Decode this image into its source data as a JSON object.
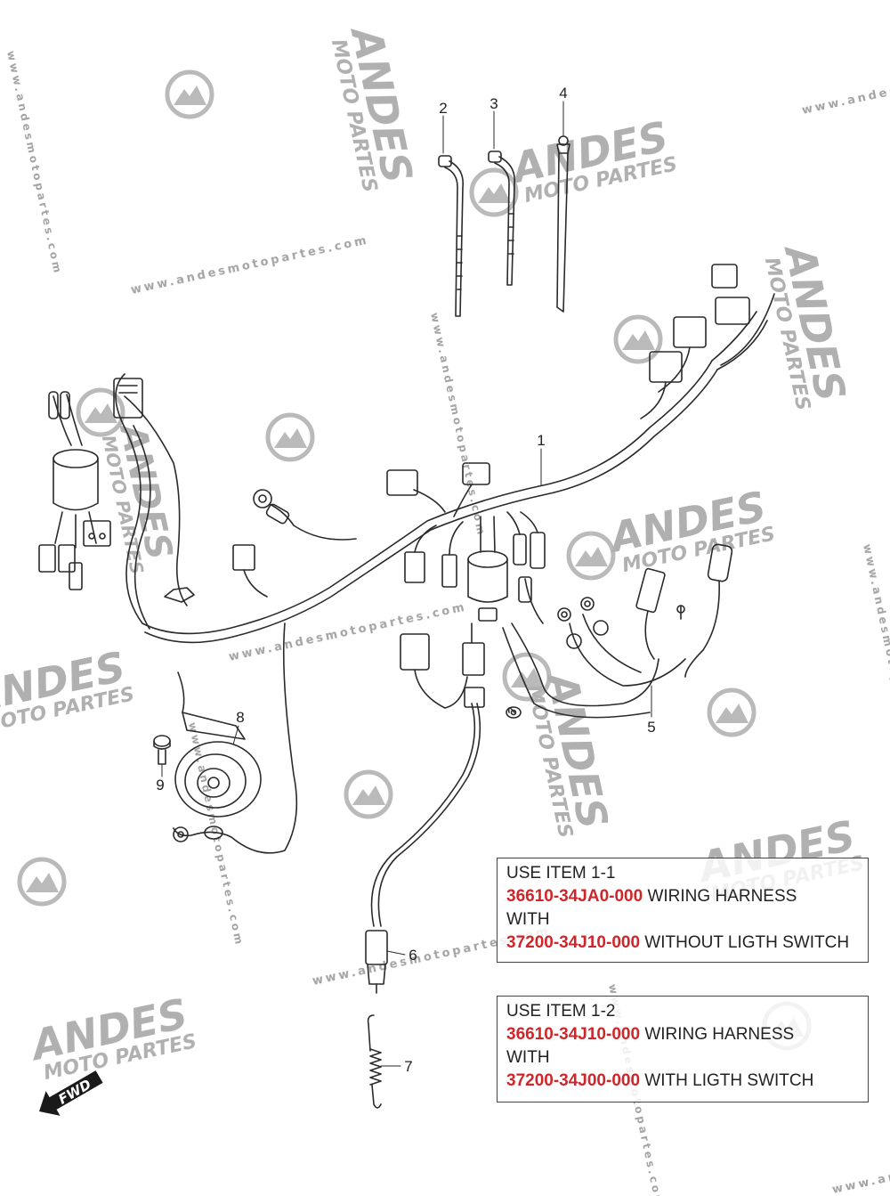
{
  "watermark": {
    "url": "www.andesmotopartes.com",
    "brand_line1": "ANDES",
    "brand_line2": "MOTO PARTES"
  },
  "callouts": [
    "1",
    "2",
    "3",
    "4",
    "5",
    "6",
    "7",
    "8",
    "9"
  ],
  "fwd_label": "FWD",
  "notes": [
    {
      "heading": "USE ITEM 1-1",
      "line1_pn": "36610-34JA0-000",
      "line1_word": "WIRING",
      "line1_rest": " HARNESS",
      "line2": "WITH",
      "line3_pn": "37200-34J10-000",
      "line3_rest": " WITHOUT LIGTH SWITCH"
    },
    {
      "heading": "USE ITEM 1-2",
      "line1_pn": "36610-34J10-000",
      "line1_word": "WIRING",
      "line1_rest": " HARNESS",
      "line2": "WITH",
      "line3_pn": "37200-34J00-000",
      "line3_rest": " WITH LIGTH SWITCH"
    }
  ],
  "colors": {
    "part_number": "#d0262a",
    "line": "#2a2a2a",
    "watermark": "#9a9a9a"
  }
}
